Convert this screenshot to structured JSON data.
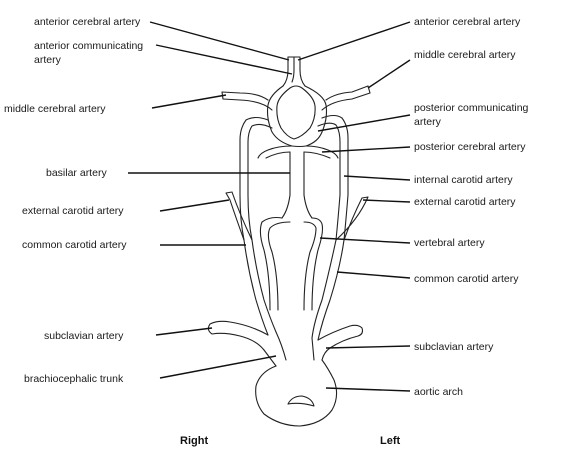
{
  "labels": {
    "left_side": [
      "anterior cerebral artery",
      "anterior communicating",
      "artery",
      "middle cerebral artery",
      "basilar artery",
      "external carotid artery",
      "common carotid artery",
      "subclavian artery",
      "brachiocephalic trunk"
    ],
    "right_side": [
      "anterior cerebral artery",
      "middle cerebral artery",
      "posterior communicating",
      "artery",
      "posterior cerebral artery",
      "internal carotid artery",
      "external carotid artery",
      "vertebral artery",
      "common carotid artery",
      "subclavian artery",
      "aortic arch"
    ]
  },
  "sides": {
    "right": "Right",
    "left": "Left"
  },
  "colors": {
    "line": "#222222",
    "text": "#1a1a1a"
  }
}
